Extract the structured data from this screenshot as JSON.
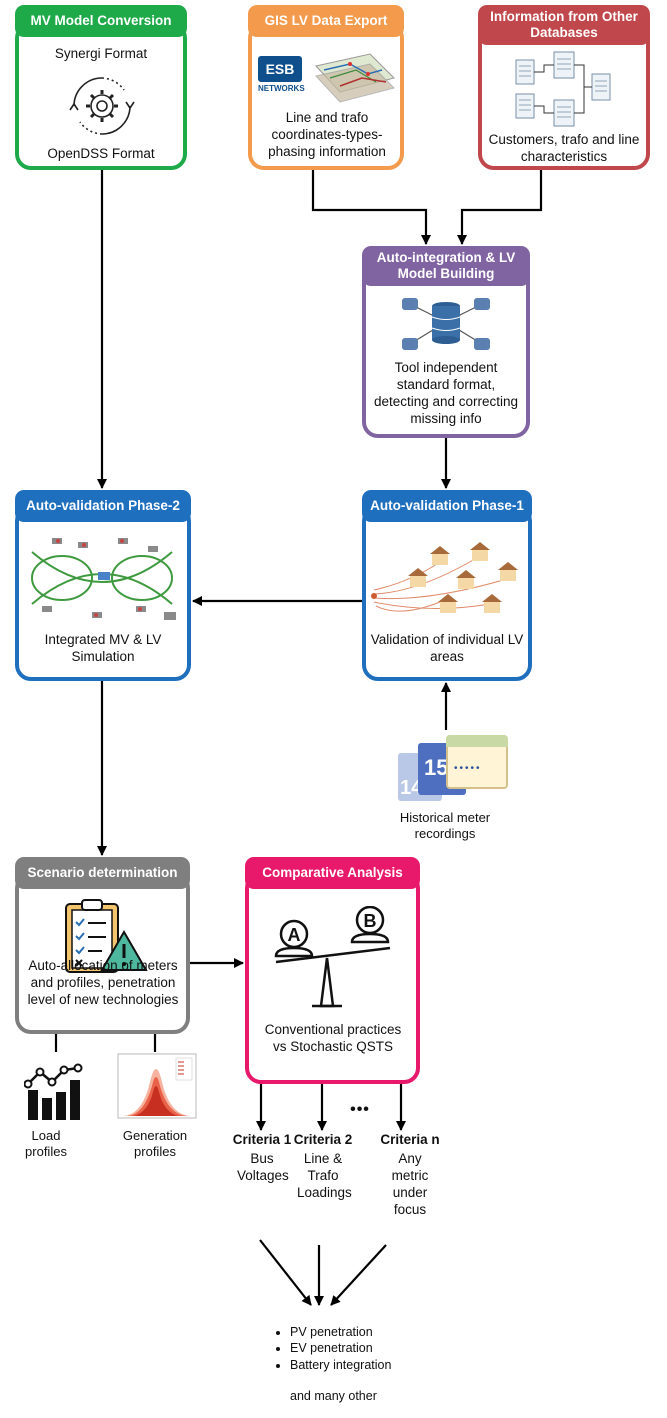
{
  "colors": {
    "mv": "#1faa4a",
    "gis": "#f39a4c",
    "info": "#c0474b",
    "auto_int": "#8064a2",
    "validation": "#1f6fbf",
    "scenario": "#7f7f7f",
    "comparative": "#e8196b"
  },
  "mv_model": {
    "title": "MV Model Conversion",
    "top": "Synergi Format",
    "bottom": "OpenDSS Format",
    "icon": "gear-cycle-icon"
  },
  "gis": {
    "title": "GIS LV Data Export",
    "logo_text": "NETWORKS",
    "desc": "Line and trafo coordinates-types-phasing information"
  },
  "info_db": {
    "title": "Information from Other Databases",
    "desc": "Customers, trafo and line characteristics"
  },
  "auto_int": {
    "title": "Auto-integration & LV Model Building",
    "desc": "Tool independent standard format, detecting and correcting missing info"
  },
  "phase2": {
    "title": "Auto-validation Phase-2",
    "desc": "Integrated MV & LV Simulation"
  },
  "phase1": {
    "title": "Auto-validation Phase-1",
    "desc": "Validation of individual LV areas"
  },
  "historical": {
    "label": "Historical meter recordings",
    "num1": "14",
    "num2": "15"
  },
  "scenario": {
    "title": "Scenario determination",
    "desc": "Auto-allocation of meters and profiles, penetration level of new technologies"
  },
  "comparative": {
    "title": "Comparative Analysis",
    "desc": "Conventional practices vs Stochastic QSTS",
    "label_a": "A",
    "label_b": "B"
  },
  "load_profiles": {
    "label": "Load profiles"
  },
  "gen_profiles": {
    "label": "Generation profiles"
  },
  "criteria": [
    {
      "title": "Criteria 1",
      "desc": "Bus Voltages"
    },
    {
      "title": "Criteria 2",
      "desc": "Line & Trafo Loadings"
    },
    {
      "title": "Criteria n",
      "desc": "Any metric under focus"
    }
  ],
  "ellipsis": "•••",
  "outcomes": [
    "PV penetration",
    "EV penetration",
    "Battery integration"
  ],
  "outcomes_tail": "and many other"
}
